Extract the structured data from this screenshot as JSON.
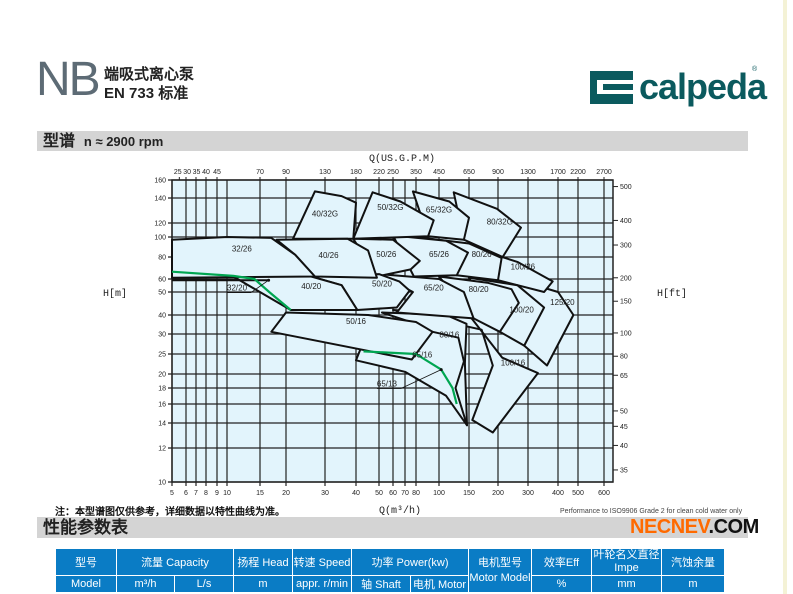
{
  "header": {
    "series": "NB",
    "subtitle1": "端吸式离心泵",
    "subtitle2": "EN 733 标准",
    "brand": "calpeda",
    "brand_mark": "®"
  },
  "section1": {
    "title": "型谱",
    "speed": "n ≈ 2900  rpm"
  },
  "section2": {
    "title": "性能参数表"
  },
  "note": "注：本型谱图仅供参考，详细数据以特性曲线为准。",
  "performance_note": "Performance to ISO9906 Grade 2 for clean cold water only",
  "watermark": {
    "part1": "NECNEV",
    "part2": ".COM"
  },
  "table": {
    "header_row1": [
      "型号",
      "流量  Capacity",
      "扬程  Head",
      "转速  Speed",
      "功率  Power(kw)",
      "电机型号 Motor Model",
      "效率Eff",
      "叶轮名义直径 Impe",
      "汽蚀余量"
    ],
    "header_row2": [
      "Model",
      "m³/h",
      "L/s",
      "m",
      "appr. r/min",
      "轴  Shaft",
      "电机  Motor",
      "%",
      "mm",
      "m"
    ]
  },
  "chart_data": {
    "type": "area",
    "title": "型谱 n ≈ 2900 rpm",
    "xlabel": "Q(m³/h)",
    "x2label": "Q(US.G.P.M)",
    "ylabel": "H[m]",
    "y2label": "H[ft]",
    "x_scale": "log",
    "y_scale": "log",
    "xlim": [
      5,
      600
    ],
    "ylim": [
      10,
      160
    ],
    "x_ticks": [
      5,
      6,
      7,
      8,
      9,
      10,
      15,
      20,
      30,
      40,
      50,
      60,
      70,
      80,
      100,
      150,
      200,
      300,
      400,
      500,
      600
    ],
    "x2_ticks": [
      {
        "label": "25",
        "q": 5.5
      },
      {
        "label": "30",
        "q": 6
      },
      {
        "label": "35",
        "q": 7
      },
      {
        "label": "40",
        "q": 8
      },
      {
        "label": "45",
        "q": 9
      },
      {
        "label": "70",
        "q": 15
      },
      {
        "label": "90",
        "q": 20
      },
      {
        "label": "130",
        "q": 30
      },
      {
        "label": "180",
        "q": 40
      },
      {
        "label": "220",
        "q": 50
      },
      {
        "label": "250",
        "q": 60
      },
      {
        "label": "350",
        "q": 80
      },
      {
        "label": "450",
        "q": 100
      },
      {
        "label": "650",
        "q": 150
      },
      {
        "label": "900",
        "q": 200
      },
      {
        "label": "1300",
        "q": 300
      },
      {
        "label": "1700",
        "q": 400
      },
      {
        "label": "2200",
        "q": 500
      },
      {
        "label": "2700",
        "q": 600
      }
    ],
    "y_ticks": [
      10,
      12,
      14,
      16,
      18,
      20,
      25,
      30,
      40,
      50,
      60,
      80,
      100,
      120,
      140,
      160
    ],
    "y2_ticks": [
      35,
      40,
      45,
      50,
      65,
      80,
      100,
      150,
      200,
      300,
      400,
      500
    ],
    "grid": true,
    "regions": [
      {
        "name": "125/20",
        "label_at": [
          420,
          44
        ],
        "poly": [
          [
            250,
            60
          ],
          [
            400,
            50
          ],
          [
            475,
            40
          ],
          [
            360,
            22
          ],
          [
            285,
            27
          ]
        ]
      },
      {
        "name": "100/26",
        "label_at": [
          280,
          68
        ],
        "poly": [
          [
            150,
            90
          ],
          [
            260,
            75
          ],
          [
            380,
            58
          ],
          [
            350,
            50
          ],
          [
            200,
            59
          ]
        ]
      },
      {
        "name": "100/20",
        "label_at": [
          275,
          41
        ],
        "poly": [
          [
            150,
            61
          ],
          [
            260,
            55
          ],
          [
            350,
            43
          ],
          [
            285,
            27
          ],
          [
            205,
            31
          ]
        ]
      },
      {
        "name": "100/16",
        "label_at": [
          245,
          22
        ],
        "poly": [
          [
            60,
            42
          ],
          [
            150,
            40
          ],
          [
            212,
            24
          ],
          [
            330,
            20.2
          ],
          [
            190,
            13.2
          ],
          [
            155,
            14.3
          ],
          [
            190,
            22
          ],
          [
            170,
            32
          ]
        ]
      },
      {
        "name": "80/32G",
        "label_at": [
          205,
          118
        ],
        "poly": [
          [
            140,
            97
          ],
          [
            122,
            146
          ],
          [
            198,
            131
          ],
          [
            273,
            113
          ],
          [
            213,
            80
          ]
        ]
      },
      {
        "name": "80/26",
        "label_at": [
          170,
          80
        ],
        "poly": [
          [
            80,
            100
          ],
          [
            150,
            93
          ],
          [
            210,
            79
          ],
          [
            200,
            59
          ],
          [
            127,
            63
          ]
        ]
      },
      {
        "name": "80/20",
        "label_at": [
          165,
          50
        ],
        "poly": [
          [
            100,
            62
          ],
          [
            180,
            57
          ],
          [
            240,
            52
          ],
          [
            265,
            45
          ],
          [
            205,
            31
          ],
          [
            157,
            38
          ]
        ]
      },
      {
        "name": "80/16",
        "label_at": [
          115,
          29
        ],
        "poly": [
          [
            52,
            41
          ],
          [
            110,
            40
          ],
          [
            145,
            35
          ],
          [
            142,
            22.5
          ],
          [
            146,
            13.8
          ],
          [
            100,
            25
          ],
          [
            80,
            35
          ]
        ]
      },
      {
        "name": "65/32G",
        "label_at": [
          100,
          128
        ],
        "poly": [
          [
            90,
            101
          ],
          [
            77,
            147
          ],
          [
            115,
            137
          ],
          [
            150,
            124
          ],
          [
            140,
            97
          ]
        ]
      },
      {
        "name": "65/26",
        "label_at": [
          100,
          80
        ],
        "poly": [
          [
            60,
            102
          ],
          [
            110,
            96
          ],
          [
            148,
            84
          ],
          [
            127,
            63
          ],
          [
            78,
            62
          ]
        ]
      },
      {
        "name": "65/20",
        "label_at": [
          95,
          51
        ],
        "poly": [
          [
            50,
            64
          ],
          [
            100,
            60
          ],
          [
            140,
            50
          ],
          [
            157,
            38
          ],
          [
            63,
            41
          ],
          [
            77,
            50
          ]
        ]
      },
      {
        "name": "65/16",
        "label_at": [
          85,
          24
        ],
        "poly": [
          [
            43,
            28
          ],
          [
            94,
            31
          ],
          [
            130,
            29
          ],
          [
            140,
            23
          ],
          [
            125,
            18
          ],
          [
            146,
            13.8
          ],
          [
            110,
            17
          ],
          [
            70,
            20.5
          ],
          [
            40,
            23.3
          ]
        ]
      },
      {
        "name": "50/32G",
        "label_at": [
          58,
          130
        ],
        "poly": [
          [
            39,
            98
          ],
          [
            47,
            146
          ],
          [
            66,
            137
          ],
          [
            95,
            122
          ],
          [
            90,
            101
          ]
        ]
      },
      {
        "name": "50/26",
        "label_at": [
          55,
          80
        ],
        "poly": [
          [
            39,
            98
          ],
          [
            60,
            97
          ],
          [
            83,
            76
          ],
          [
            75,
            68
          ],
          [
            49,
            62
          ]
        ]
      },
      {
        "name": "50/20",
        "label_at": [
          52,
          54
        ],
        "poly": [
          [
            26,
            62
          ],
          [
            50,
            64
          ],
          [
            65,
            58
          ],
          [
            74,
            51
          ],
          [
            63,
            43
          ],
          [
            40.5,
            42
          ],
          [
            35,
            55
          ]
        ]
      },
      {
        "name": "50/16",
        "label_at": [
          40,
          35
        ],
        "poly": [
          [
            20,
            41
          ],
          [
            45,
            40
          ],
          [
            80,
            36
          ],
          [
            94,
            31
          ],
          [
            76,
            23.5
          ],
          [
            17,
            31
          ]
        ]
      },
      {
        "name": "40/32G",
        "label_at": [
          30,
          125
        ],
        "poly": [
          [
            21.5,
            98
          ],
          [
            27,
            147
          ],
          [
            35,
            142
          ],
          [
            40,
            136
          ],
          [
            39,
            98
          ]
        ]
      },
      {
        "name": "40/26",
        "label_at": [
          31,
          79
        ],
        "poly": [
          [
            18,
            97
          ],
          [
            37,
            98
          ],
          [
            45,
            86
          ],
          [
            49,
            61
          ],
          [
            27,
            62
          ],
          [
            22,
            82
          ]
        ]
      },
      {
        "name": "40/20",
        "label_at": [
          26,
          52
        ],
        "poly": [
          [
            10.8,
            62
          ],
          [
            26,
            62
          ],
          [
            35,
            55
          ],
          [
            40.5,
            42
          ],
          [
            21,
            42
          ]
        ]
      },
      {
        "name": "32/26",
        "label_at": [
          12,
          85
        ],
        "poly": [
          [
            5,
            61
          ],
          [
            5,
            97
          ],
          [
            10,
            100
          ],
          [
            17,
            99
          ],
          [
            22,
            82
          ],
          [
            27,
            62
          ]
        ]
      }
    ],
    "callouts": [
      {
        "name": "32/20",
        "label_at": [
          10,
          51
        ],
        "point": [
          16.5,
          59
        ]
      },
      {
        "name": "65/13",
        "label_at": [
          49,
          18.2
        ],
        "point": [
          103,
          21
        ]
      }
    ],
    "boundary_line_32_20": [
      [
        5,
        59
      ],
      [
        16.5,
        59
      ]
    ],
    "curves": [
      {
        "name": "32/20-curve",
        "color": "#00a651",
        "points": [
          [
            5,
            66
          ],
          [
            10.8,
            62.5
          ],
          [
            14,
            60
          ],
          [
            16.6,
            50
          ],
          [
            21,
            42
          ]
        ]
      },
      {
        "name": "65/13-curve",
        "color": "#00a651",
        "points": [
          [
            43,
            25.6
          ],
          [
            80,
            25
          ],
          [
            103,
            21
          ],
          [
            120,
            18
          ],
          [
            127,
            16
          ]
        ]
      }
    ]
  }
}
